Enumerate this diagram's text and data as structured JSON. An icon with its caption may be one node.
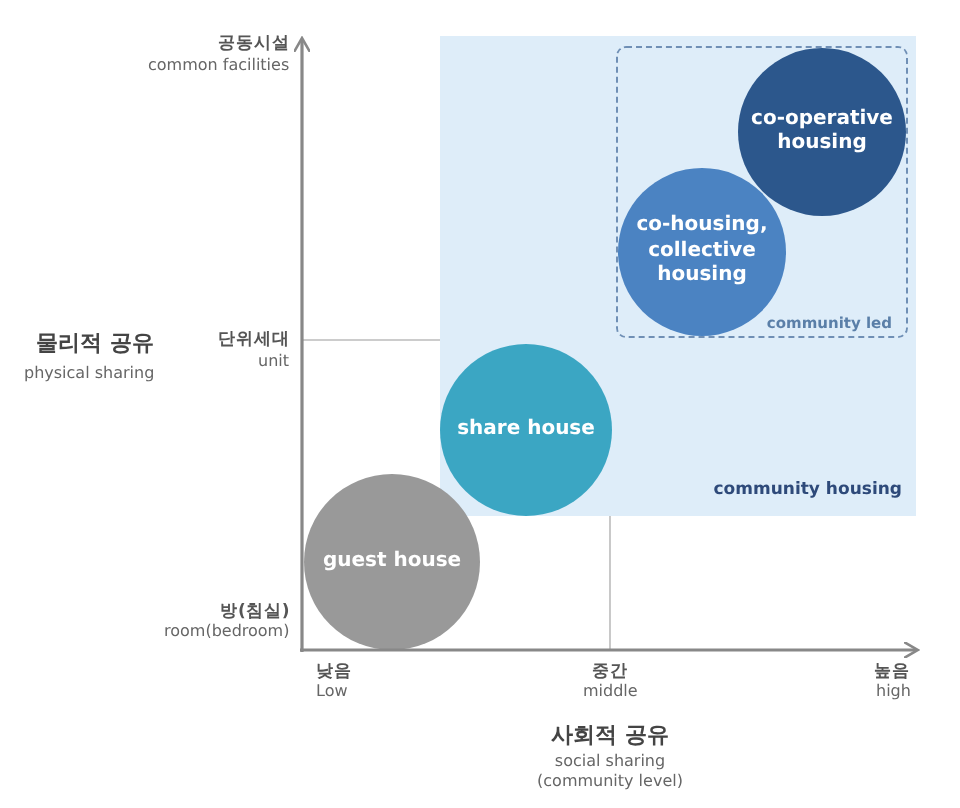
{
  "diagram": {
    "nodes": [
      {
        "text": [
          "community housing"
        ]
      },
      {
        "text": [
          "community led"
        ],
        "in": 0
      },
      {
        "text": [
          "co-operative housing"
        ],
        "in": 1
      },
      {
        "text": [
          "co-housing, collective housing"
        ],
        "in": 1
      },
      {
        "text": [
          "share house"
        ],
        "in": 0
      },
      {
        "text": [
          "guest house"
        ]
      }
    ],
    "labels": [
      "공동시설",
      "common facilities",
      "물리적 공유",
      "physical sharing",
      "단위세대",
      "unit",
      "방(침실)",
      "room(bedroom)",
      "낮음",
      "Low",
      "중간",
      "middle",
      "높음",
      "high",
      "사회적 공유",
      "social sharing (community level)"
    ]
  }
}
